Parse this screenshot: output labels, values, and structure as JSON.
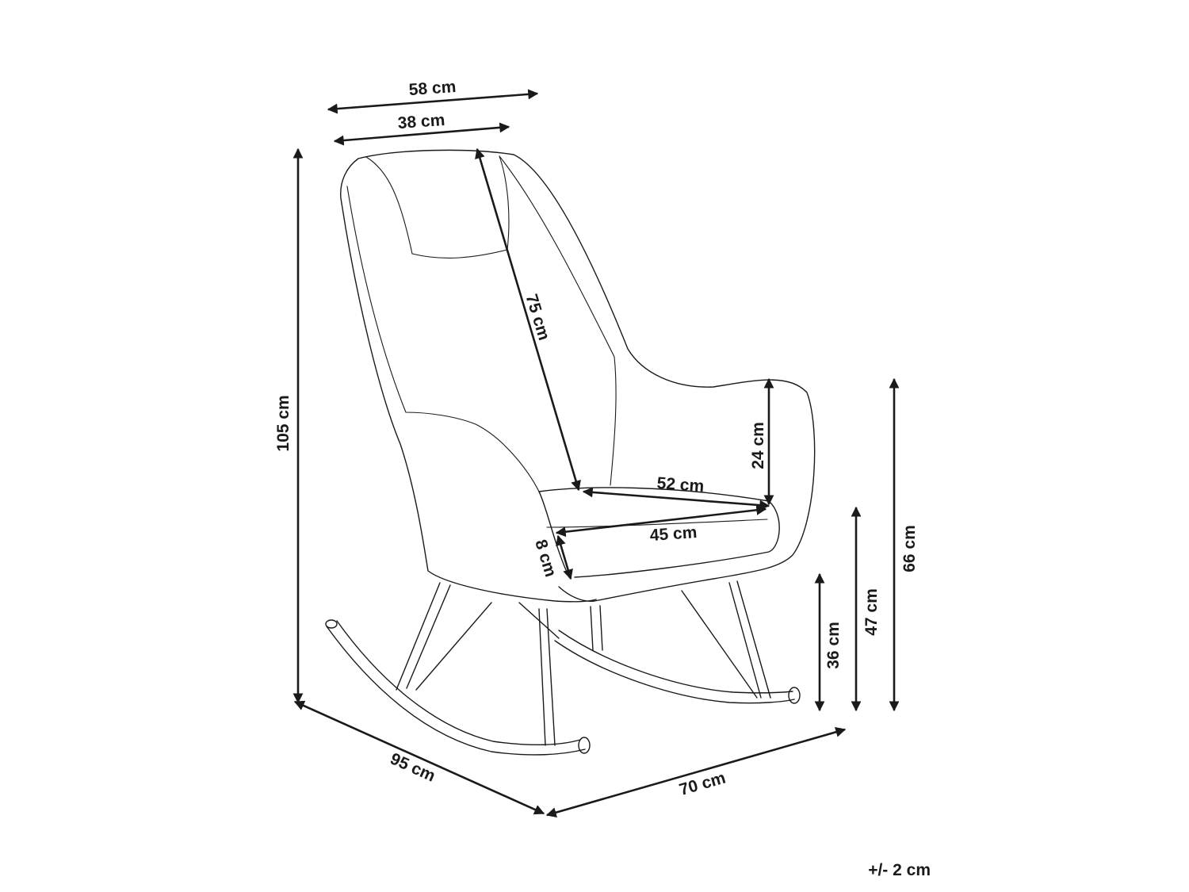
{
  "dimensions": {
    "backrest_top_width": "58 cm",
    "backrest_inner_width": "38 cm",
    "backrest_height": "75 cm",
    "total_height": "105 cm",
    "armrest_height": "24 cm",
    "seat_width": "52 cm",
    "seat_depth": "45 cm",
    "cushion_thickness": "8 cm",
    "base_height": "36 cm",
    "seat_height": "47 cm",
    "armrest_floor_height": "66 cm",
    "total_depth": "95 cm",
    "total_width": "70 cm"
  },
  "tolerance": "+/- 2 cm"
}
